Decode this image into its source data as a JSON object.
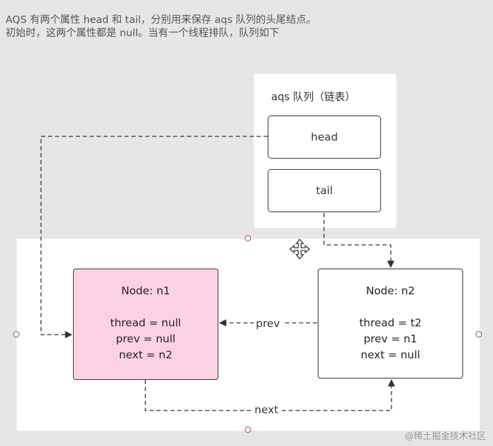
{
  "intro": {
    "line1": "AQS 有两个属性 head 和 tail，分别用来保存 aqs 队列的头尾结点。",
    "line2": "初始时，这两个属性都是 null。当有一个线程排队，队列如下"
  },
  "queue": {
    "title": "aqs 队列（链表）",
    "head_label": "head",
    "tail_label": "tail"
  },
  "nodes": [
    {
      "title": "Node: n1",
      "thread": "thread = null",
      "prev": "prev = null",
      "next": "next = n2",
      "fill": "#fbd2e4"
    },
    {
      "title": "Node: n2",
      "thread": "thread = t2",
      "prev": "prev = n1",
      "next": "next = null",
      "fill": "#ffffff"
    }
  ],
  "edges": {
    "prev_label": "prev",
    "next_label": "next"
  },
  "watermark": "@稀土掘金技术社区",
  "icons": {
    "move": "move-icon",
    "handle": "selection-handle"
  },
  "colors": {
    "background": "#e6e6e6",
    "node_highlight": "#fbd2e4",
    "handle": "#b03a4a"
  }
}
